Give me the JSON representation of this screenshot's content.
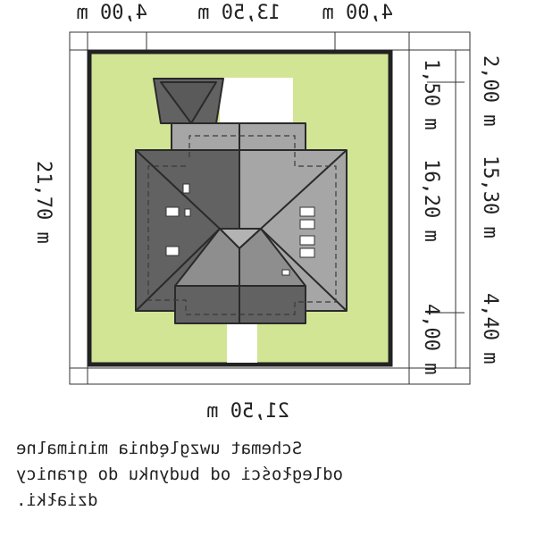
{
  "dimensions": {
    "top_left": "4,00 m",
    "top_middle": "13,50 m",
    "top_right": "4,00 m",
    "bottom_width": "21,50 m",
    "left_height": "21,70 m",
    "inner_right_top": "1,50 m",
    "inner_right_middle": "16,20 m",
    "inner_right_bottom": "4,00 m",
    "outer_right_top": "2,00 m",
    "outer_right_middle": "15,30 m",
    "outer_right_bottom": "4,40 m"
  },
  "note": {
    "line1": "Schemat uwzględnia minimalne",
    "line2": "odległości od budynku do granicy",
    "line3": "działki."
  },
  "colors": {
    "plot": "#d1e595",
    "roof_dark": "#626262",
    "roof_light": "#a6a6a6",
    "boundary": "#222222"
  }
}
